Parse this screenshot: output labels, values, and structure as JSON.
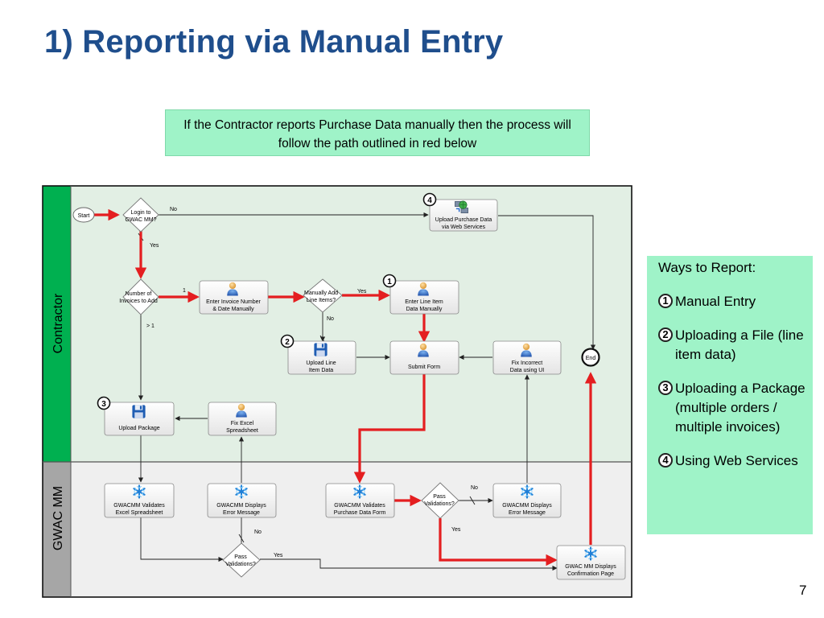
{
  "title": "1) Reporting via Manual Entry",
  "note": "If the Contractor reports Purchase Data manually then the process will follow the path outlined in red below",
  "page_number": "7",
  "colors": {
    "title": "#1f4e8c",
    "note_bg": "#9ff3c8",
    "contractor_lane": "#00b050",
    "gwac_lane": "#a6a6a6",
    "contractor_bg": "#e2efe4",
    "gwac_bg": "#efefef",
    "highlight_path": "#e41e20"
  },
  "lanes": {
    "contractor": "Contractor",
    "gwac": "GWAC MM"
  },
  "nodes": {
    "start": "Start",
    "end": "End",
    "login": [
      "Login to",
      "GWAC MM?"
    ],
    "upload_ws": [
      "Upload Purchase Data",
      "via Web Services"
    ],
    "num_invoices": [
      "Number of",
      "Invoices to Add"
    ],
    "enter_invoice": [
      "Enter Invoice Number",
      "& Date Manually"
    ],
    "manually_add": [
      "Manually Add",
      "Line Items?"
    ],
    "enter_line": [
      "Enter Line Item",
      "Data Manually"
    ],
    "upload_line": [
      "Upload Line",
      "Item Data"
    ],
    "submit": [
      "Submit Form"
    ],
    "fix_incorrect": [
      "Fix Incorrect",
      "Data using UI"
    ],
    "upload_package": [
      "Upload Package"
    ],
    "fix_excel": [
      "Fix Excel",
      "Spreadsheet"
    ],
    "validate_excel": [
      "GWACMM Validates",
      "Excel Spreadsheet"
    ],
    "display_error1": [
      "GWACMM Displays",
      "Error Message"
    ],
    "validate_form": [
      "GWACMM Validates",
      "Purchase Data Form"
    ],
    "pass1": [
      "Pass",
      "Validations?"
    ],
    "display_error2": [
      "GWACMM Displays",
      "Error Message"
    ],
    "pass2": [
      "Pass",
      "Validations?"
    ],
    "confirm": [
      "GWAC MM Displays",
      "Confirmation Page"
    ]
  },
  "edge_labels": {
    "login_no": "No",
    "login_yes": "Yes",
    "invoices_one": "1",
    "invoices_many": "> 1",
    "manual_yes": "Yes",
    "manual_no": "No",
    "pass1_no": "No",
    "pass1_yes": "Yes",
    "pass2_no": "No",
    "pass2_yes": "Yes"
  },
  "badges": {
    "b1": "1",
    "b2": "2",
    "b3": "3",
    "b4": "4"
  },
  "sidebar": {
    "title": "Ways to Report:",
    "items": [
      {
        "num": "1",
        "label": "Manual Entry"
      },
      {
        "num": "2",
        "label": "Uploading a File (line item data)"
      },
      {
        "num": "3",
        "label": "Uploading a Package (multiple orders / multiple invoices)"
      },
      {
        "num": "4",
        "label": "Using Web Services"
      }
    ]
  }
}
